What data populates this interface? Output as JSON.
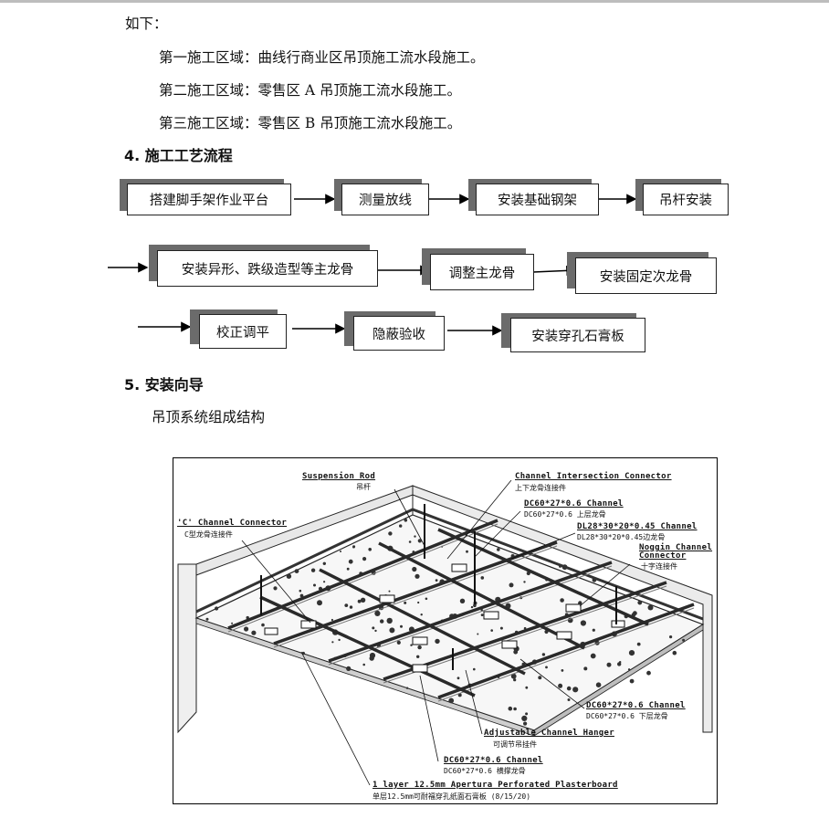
{
  "intro": "如下：",
  "zones": [
    "第一施工区域：曲线行商业区吊顶施工流水段施工。",
    "第二施工区域：零售区 A 吊顶施工流水段施工。",
    "第三施工区域：零售区 B 吊顶施工流水段施工。"
  ],
  "section4_title": "4. 施工工艺流程",
  "flow": {
    "row1": [
      "搭建脚手架作业平台",
      "测量放线",
      "安装基础钢架",
      "吊杆安装"
    ],
    "row2": [
      "安装异形、跌级造型等主龙骨",
      "调整主龙骨",
      "安装固定次龙骨"
    ],
    "row3": [
      "校正调平",
      "隐蔽验收",
      "安装穿孔石膏板"
    ]
  },
  "section5_title": "5. 安装向导",
  "subtitle": "吊顶系统组成结构",
  "diagram": {
    "labels": {
      "suspension_rod_en": "Suspension Rod",
      "suspension_rod_cn": "吊杆",
      "channel_intersection_en": "Channel Intersection Connector",
      "channel_intersection_cn": "上下龙骨连接件",
      "dc60_upper_en": "DC60*27*0.6 Channel",
      "dc60_upper_cn": "DC60*27*0.6 上层龙骨",
      "dl28_en": "DL28*30*20*0.45 Channel",
      "dl28_cn": "DL28*30*20*0.45边龙骨",
      "c_channel_en": "'C' Channel Connector",
      "c_channel_cn": "C型龙骨连接件",
      "noggin_en_1": "Noggin Channel",
      "noggin_en_2": "Connector",
      "noggin_cn": "十字连接件",
      "dc60_lower_en": "DC60*27*0.6 Channel",
      "dc60_lower_cn": "DC60*27*0.6 下层龙骨",
      "adjustable_en": "Adjustable Channel Hanger",
      "adjustable_cn": "可调节吊挂件",
      "dc60_cross_en": "DC60*27*0.6 Channel",
      "dc60_cross_cn": "DC60*27*0.6 横撑龙骨",
      "plasterboard_en": "1 layer 12.5mm Apertura Perforated Plasterboard",
      "plasterboard_cn": "单层12.5mm可耐福穿孔纸面石膏板 (8/15/20)"
    }
  }
}
